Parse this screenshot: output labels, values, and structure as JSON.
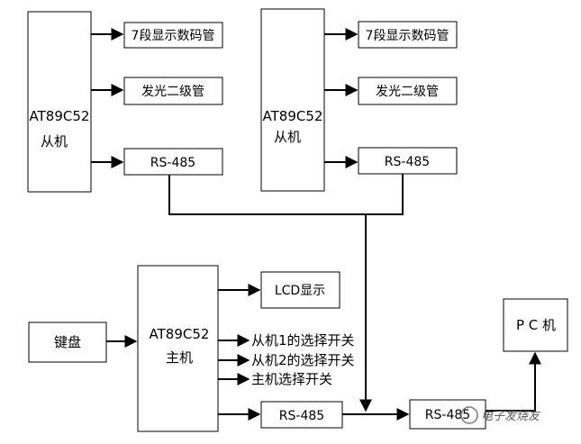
{
  "diagram": {
    "slave1": {
      "mcu_label": "AT89C52",
      "role_label": "从机",
      "outputs": [
        "7段显示数码管",
        "发光二级管",
        "RS-485"
      ]
    },
    "slave2": {
      "mcu_label": "AT89C52",
      "role_label": "从机",
      "outputs": [
        "7段显示数码管",
        "发光二级管",
        "RS-485"
      ]
    },
    "master": {
      "mcu_label": "AT89C52",
      "role_label": "主机",
      "keyboard_label": "键盘",
      "lcd_label": "LCD显示",
      "switches": [
        "从机1的选择开关",
        "从机2的选择开关",
        "主机选择开关"
      ],
      "rs485_label": "RS-485"
    },
    "pc": {
      "rs485_label": "RS-485",
      "pc_label": "P C 机"
    },
    "watermark": "电子发烧友"
  }
}
